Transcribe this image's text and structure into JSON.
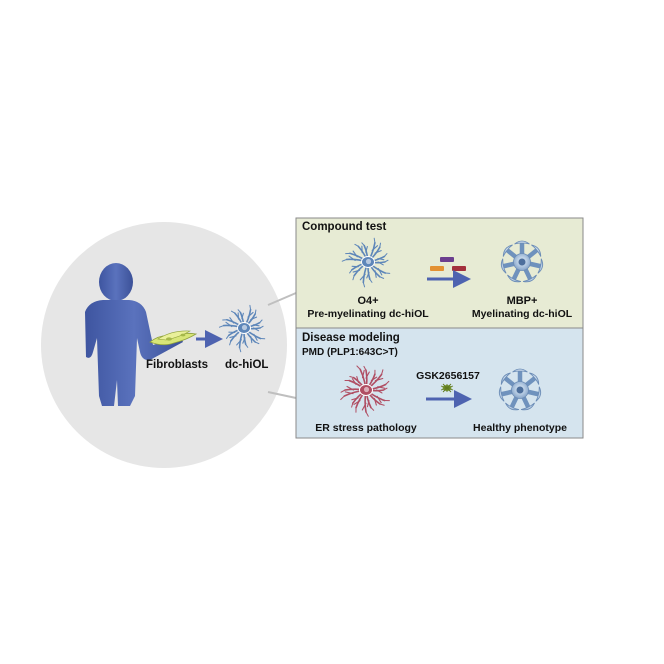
{
  "left": {
    "fibroblasts_label": "Fibroblasts",
    "cell_label": "dc-hiOL"
  },
  "compound_panel": {
    "title": "Compound test",
    "left_cell_line1": "O4+",
    "left_cell_line2": "Pre-myelinating dc-hiOL",
    "right_cell_line1": "MBP+",
    "right_cell_line2": "Myelinating dc-hiOL"
  },
  "disease_panel": {
    "title": "Disease modeling",
    "subtitle": "PMD (PLP1:643C>T)",
    "compound_label": "GSK2656157",
    "left_cell_label": "ER stress pathology",
    "right_cell_label": "Healthy phenotype"
  },
  "colors": {
    "bg_circle": "#e6e6e6",
    "person": "#4f67b3",
    "arrow": "#4e63b0",
    "compound_panel_bg": "#e7ebd4",
    "disease_panel_bg": "#d5e4ee",
    "panel_border": "#8a8a8a",
    "cell_blue": "#5d86b9",
    "cell_red": "#b04e63",
    "fibroblast": "#d8e678"
  }
}
